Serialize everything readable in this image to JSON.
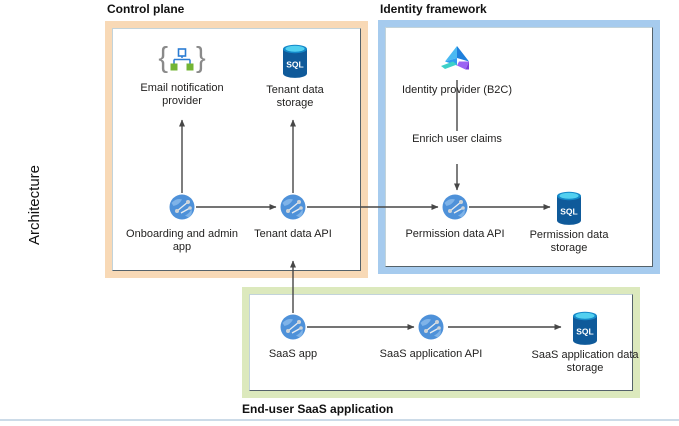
{
  "diagram": {
    "side_label": "Architecture",
    "groups": {
      "control_plane": {
        "title": "Control plane"
      },
      "identity_framework": {
        "title": "Identity framework"
      },
      "end_user_saas": {
        "title": "End-user SaaS application"
      }
    },
    "nodes": {
      "email_notification": {
        "label": "Email notification provider",
        "icon": "workflow-braces-icon"
      },
      "tenant_storage": {
        "label": "Tenant data storage",
        "icon": "sql-database-icon"
      },
      "identity_provider": {
        "label": "Identity provider (B2C)",
        "icon": "azure-ad-b2c-icon"
      },
      "enrich_claims": {
        "label": "Enrich user claims"
      },
      "onboarding_app": {
        "label": "Onboarding and admin app",
        "icon": "web-app-globe-icon"
      },
      "tenant_api": {
        "label": "Tenant data API",
        "icon": "web-app-globe-icon"
      },
      "permission_api": {
        "label": "Permission data API",
        "icon": "web-app-globe-icon"
      },
      "permission_storage": {
        "label": "Permission data storage",
        "icon": "sql-database-icon"
      },
      "saas_app": {
        "label": "SaaS app",
        "icon": "web-app-globe-icon"
      },
      "saas_api": {
        "label": "SaaS application API",
        "icon": "web-app-globe-icon"
      },
      "saas_storage": {
        "label": "SaaS application data storage",
        "icon": "sql-database-icon"
      }
    },
    "icon_text": {
      "sql": "SQL"
    },
    "colors": {
      "control_plane_border": "#f8d9b6",
      "identity_framework_border": "#a6cbee",
      "end_user_saas_border": "#dce9bd",
      "arrow": "#474747",
      "globe_blue": "#4e91d9",
      "sql_body_blue": "#0f5a9a",
      "sql_top_cyan": "#52d0f0",
      "b2c_light_blue": "#4ab9f2",
      "b2c_dark_blue": "#1e7fdc",
      "b2c_teal": "#3ed0c8",
      "b2c_purple": "#9b63f3",
      "braces_gray": "#8a8a8a",
      "workflow_blue": "#2b7cd3",
      "workflow_green": "#73b534"
    }
  }
}
